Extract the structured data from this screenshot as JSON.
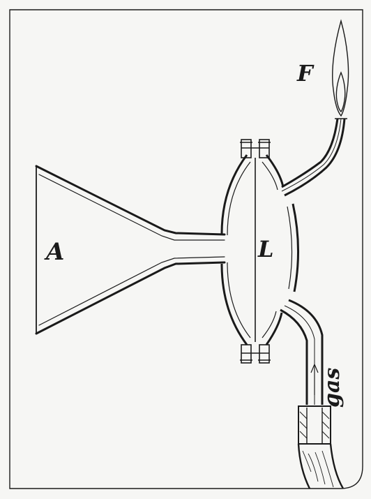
{
  "labels": {
    "resonator": "A",
    "membrane": "L",
    "flame": "F",
    "gas": "gas"
  }
}
